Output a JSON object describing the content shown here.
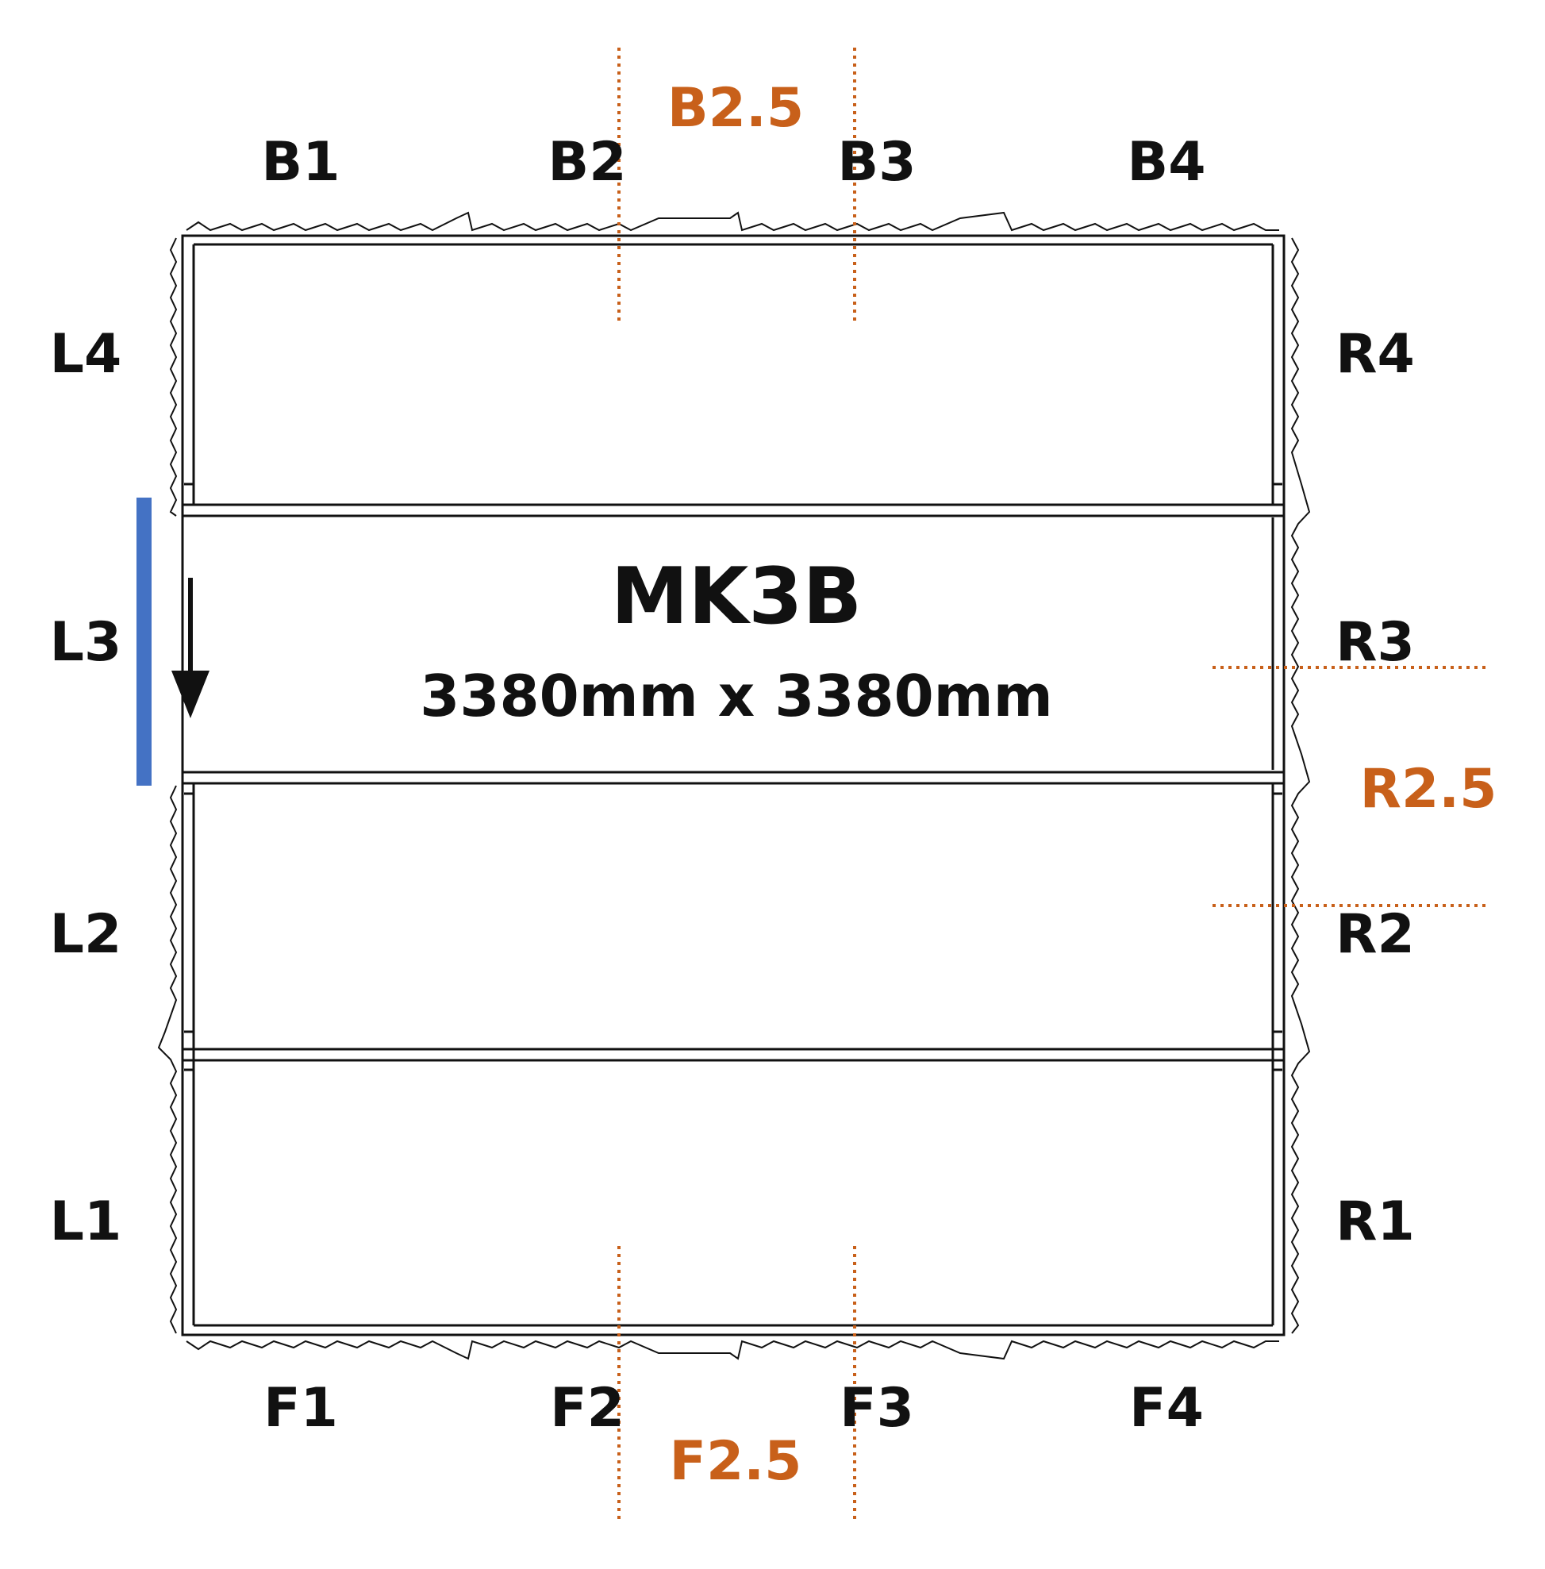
{
  "model": {
    "name": "MK3B",
    "dimensions": "3380mm x 3380mm"
  },
  "labels": {
    "back": [
      "B1",
      "B2",
      "B3",
      "B4"
    ],
    "front": [
      "F1",
      "F2",
      "F3",
      "F4"
    ],
    "left": [
      "L4",
      "L3",
      "L2",
      "L1"
    ],
    "right": [
      "R4",
      "R3",
      "R2",
      "R1"
    ],
    "back_half": "B2.5",
    "front_half": "F2.5",
    "right_half": "R2.5"
  },
  "colors": {
    "line": "#111111",
    "accent_orange": "#c8601a",
    "accent_blue": "#4472c4"
  },
  "icons": {
    "direction_arrow": "arrow-down-icon"
  }
}
